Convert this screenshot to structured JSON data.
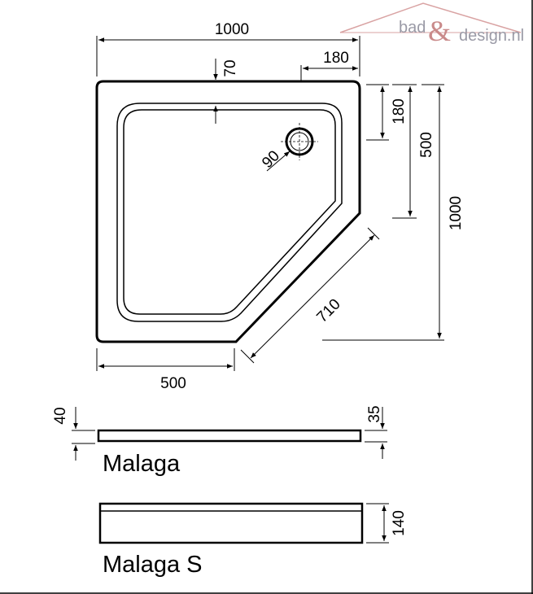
{
  "logo": {
    "text_left": "bad",
    "ampersand": "&",
    "text_right": "design.nl",
    "roof_color": "#d9a3a3",
    "text_color": "#9a9aa6"
  },
  "plan": {
    "width": "1000",
    "depth": "1000",
    "rim": "70",
    "corner_top": "180",
    "corner_side": "180",
    "side_half": "500",
    "bottom_half": "500",
    "diagonal": "710",
    "drain": "90"
  },
  "profiles": {
    "malaga": {
      "name": "Malaga",
      "height_left": "40",
      "height_right": "35"
    },
    "malaga_s": {
      "name": "Malaga S",
      "height": "140"
    }
  }
}
